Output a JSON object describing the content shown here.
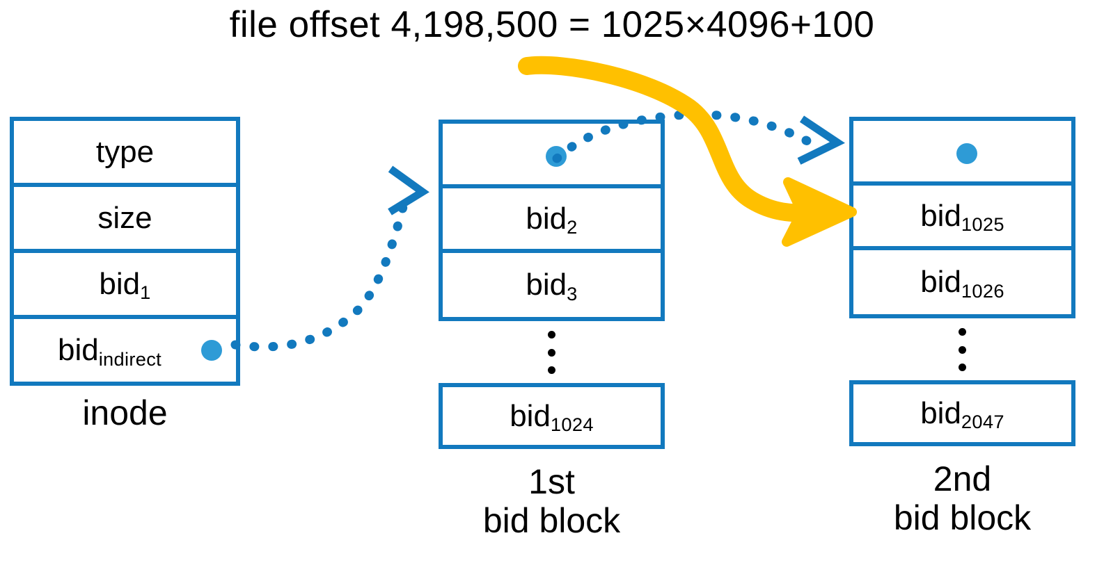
{
  "title": "file offset 4,198,500 = 1025×4096+100",
  "colors": {
    "box_blue": "#1279BE",
    "dot_blue": "#2E9BD6",
    "arrow_yellow": "#FFC000",
    "text_black": "#000000",
    "background": "#FFFFFF"
  },
  "inode": {
    "caption": "inode",
    "rows": [
      {
        "label": "type",
        "sub": "",
        "has_dot": false
      },
      {
        "label": "size",
        "sub": "",
        "has_dot": false
      },
      {
        "label": "bid",
        "sub": "1",
        "has_dot": false
      },
      {
        "label": "bid",
        "sub": "indirect",
        "has_dot": true
      }
    ]
  },
  "first_bid_block": {
    "caption": "1st\nbid block",
    "rows": [
      {
        "label": "",
        "sub": "",
        "has_dot": true
      },
      {
        "label": "bid",
        "sub": "2",
        "has_dot": false
      },
      {
        "label": "bid",
        "sub": "3",
        "has_dot": false
      }
    ],
    "ellipsis_dots": 3,
    "last_row": {
      "label": "bid",
      "sub": "1024",
      "has_dot": false
    }
  },
  "second_bid_block": {
    "caption": "2nd\nbid block",
    "rows": [
      {
        "label": "",
        "sub": "",
        "has_dot": true
      },
      {
        "label": "bid",
        "sub": "1025",
        "has_dot": false
      },
      {
        "label": "bid",
        "sub": "1026",
        "has_dot": false
      }
    ],
    "ellipsis_dots": 3,
    "last_row": {
      "label": "bid",
      "sub": "2047",
      "has_dot": false
    }
  },
  "arrows": [
    {
      "name": "inode-to-first-block",
      "style": "dotted-blue",
      "from": "bid_indirect dot",
      "to": "1st bid block"
    },
    {
      "name": "first-block-to-second-block",
      "style": "dotted-blue",
      "from": "1st bid block dot",
      "to": "2nd bid block"
    },
    {
      "name": "offset-to-second-block",
      "style": "solid-yellow",
      "from": "file offset label",
      "to": "bid_1025 row"
    }
  ]
}
